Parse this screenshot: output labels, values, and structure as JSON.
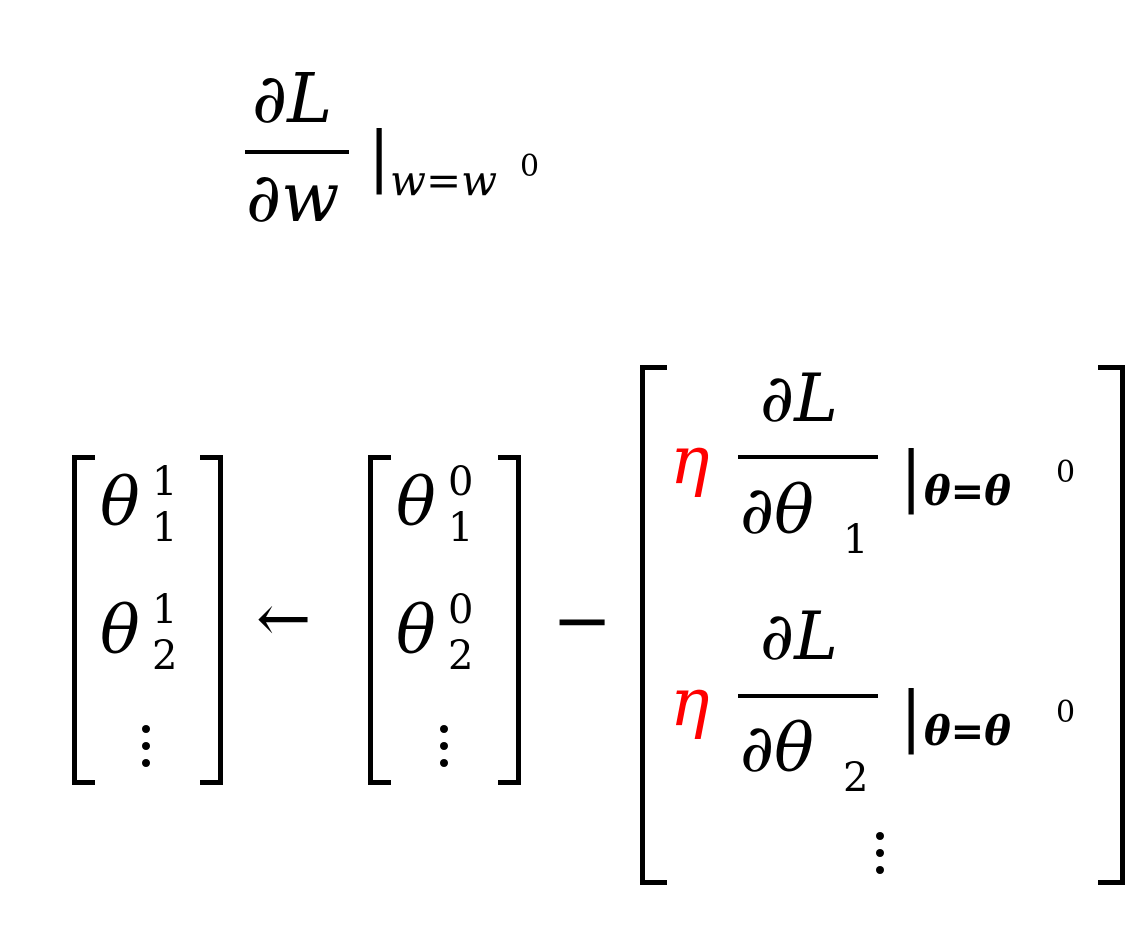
{
  "top": {
    "numerator": "∂L",
    "denominator": "∂w",
    "eval_bar": "|",
    "eval_subscript": "w=w",
    "eval_superscript": "0"
  },
  "update": {
    "lhs": [
      {
        "base": "θ",
        "sub": "1",
        "sup": "1"
      },
      {
        "base": "θ",
        "sub": "2",
        "sup": "1"
      }
    ],
    "arrow": "←",
    "rhs": [
      {
        "base": "θ",
        "sub": "1",
        "sup": "0"
      },
      {
        "base": "θ",
        "sub": "2",
        "sup": "0"
      }
    ],
    "minus": "−",
    "gradient_rows": [
      {
        "eta": "η",
        "numerator": "∂L",
        "denominator": "∂θ",
        "den_sub": "1",
        "eval_bar": "|",
        "eval_subscript": "θ=θ",
        "eval_superscript": "0"
      },
      {
        "eta": "η",
        "numerator": "∂L",
        "denominator": "∂θ",
        "den_sub": "2",
        "eval_bar": "|",
        "eval_subscript": "θ=θ",
        "eval_superscript": "0"
      }
    ],
    "eta_color": "#ff0000"
  }
}
